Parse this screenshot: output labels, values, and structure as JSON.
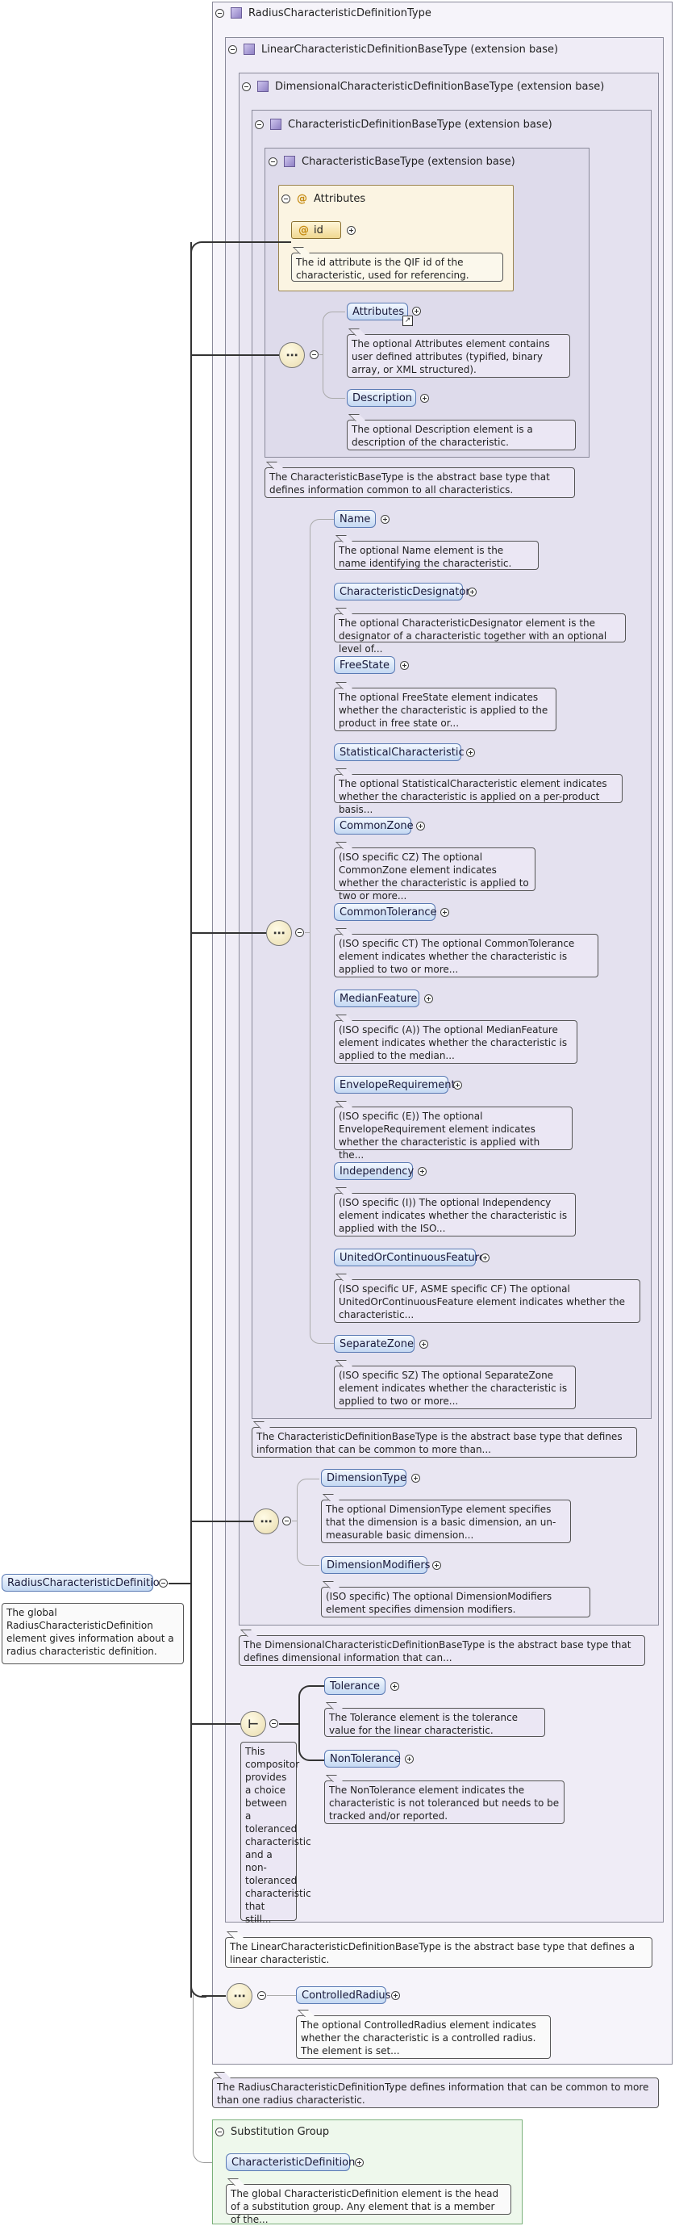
{
  "root": {
    "label": "RadiusCharacteristicDefinition",
    "doc": "The global RadiusCharacteristicDefinition element gives information about a radius characteristic definition."
  },
  "types": {
    "radius": "RadiusCharacteristicDefinitionType",
    "linear": "LinearCharacteristicDefinitionBaseType (extension base)",
    "dimensional": "DimensionalCharacteristicDefinitionBaseType (extension base)",
    "chardef": "CharacteristicDefinitionBaseType (extension base)",
    "charbase": "CharacteristicBaseType (extension base)"
  },
  "attributes": {
    "label": "Attributes",
    "id_label": "id",
    "id_doc": "The id attribute is the QIF id of the characteristic, used for referencing."
  },
  "base_elements": [
    {
      "label": "Attributes",
      "doc": "The optional Attributes element contains user defined attributes (typified, binary array, or XML structured)."
    },
    {
      "label": "Description",
      "doc": "The optional Description element is a description of the characteristic."
    }
  ],
  "charbase_doc": "The CharacteristicBaseType is the abstract base type that defines information common to all characteristics.",
  "def_elements": [
    {
      "label": "Name",
      "doc": "The optional Name element is the name identifying the characteristic."
    },
    {
      "label": "CharacteristicDesignator",
      "doc": "The optional CharacteristicDesignator element is the designator of a characteristic together with an optional level of..."
    },
    {
      "label": "FreeState",
      "doc": "The optional FreeState element indicates whether the characteristic is applied to the product in free state or..."
    },
    {
      "label": "StatisticalCharacteristic",
      "doc": "The optional StatisticalCharacteristic element indicates whether the characteristic is applied on a per-product basis..."
    },
    {
      "label": "CommonZone",
      "doc": "(ISO specific CZ) The optional CommonZone element indicates whether the characteristic is applied to two or more..."
    },
    {
      "label": "CommonTolerance",
      "doc": "(ISO specific CT) The optional CommonTolerance element indicates whether the characteristic is applied to two or more..."
    },
    {
      "label": "MedianFeature",
      "doc": "(ISO specific (A)) The optional MedianFeature element indicates whether the characteristic is applied to the median..."
    },
    {
      "label": "EnvelopeRequirement",
      "doc": "(ISO specific (E)) The optional EnvelopeRequirement element indicates whether the characteristic is applied with the..."
    },
    {
      "label": "Independency",
      "doc": "(ISO specific (I)) The optional Independency element indicates whether the characteristic is applied with the ISO..."
    },
    {
      "label": "UnitedOrContinuousFeature",
      "doc": "(ISO specific UF, ASME specific CF) The optional UnitedOrContinuousFeature element indicates whether the characteristic..."
    },
    {
      "label": "SeparateZone",
      "doc": "(ISO specific SZ) The optional SeparateZone element indicates whether the characteristic is applied to two or more..."
    }
  ],
  "chardef_doc": "The CharacteristicDefinitionBaseType is the abstract base type that defines information that can be common to more than...",
  "dim_elements": [
    {
      "label": "DimensionType",
      "doc": "The optional DimensionType element specifies that the dimension is a basic dimension, an un-measurable basic dimension..."
    },
    {
      "label": "DimensionModifiers",
      "doc": "(ISO specific) The optional DimensionModifiers element specifies dimension modifiers."
    }
  ],
  "dimensional_doc": "The DimensionalCharacteristicDefinitionBaseType is the abstract base type that defines dimensional information that can...",
  "choice_doc": "This compositor provides a choice between a toleranced characteristic and a non-toleranced characteristic that still...",
  "tol_elements": [
    {
      "label": "Tolerance",
      "doc": "The Tolerance element is the tolerance value for the linear characteristic."
    },
    {
      "label": "NonTolerance",
      "doc": "The NonTolerance element indicates the characteristic is not toleranced but needs to be tracked and/or reported."
    }
  ],
  "linear_doc": "The LinearCharacteristicDefinitionBaseType is the abstract base type that defines a linear characteristic.",
  "radius_elements": [
    {
      "label": "ControlledRadius",
      "doc": "The optional ControlledRadius element indicates whether the characteristic is a controlled radius. The element is set..."
    }
  ],
  "radius_doc": "The RadiusCharacteristicDefinitionType defines information that can be common to more than one radius characteristic.",
  "substitution": {
    "title": "Substitution Group",
    "label": "CharacteristicDefinition",
    "doc": "The global CharacteristicDefinition element is the head of a substitution group. Any element that is a member of the..."
  },
  "colors": {
    "element_border": "#5a7ab4",
    "element_fill": "#c4d8f2",
    "doc_fill": "#ebe7f4",
    "attribute_fill": "#fbf4e2",
    "substitution_fill": "#eef8ec"
  },
  "icons": {
    "type": "type-icon",
    "sequence": "sequence-compositor-icon",
    "choice": "choice-compositor-icon",
    "attribute": "at-icon",
    "collapse": "collapse-icon",
    "expand": "expand-icon"
  }
}
